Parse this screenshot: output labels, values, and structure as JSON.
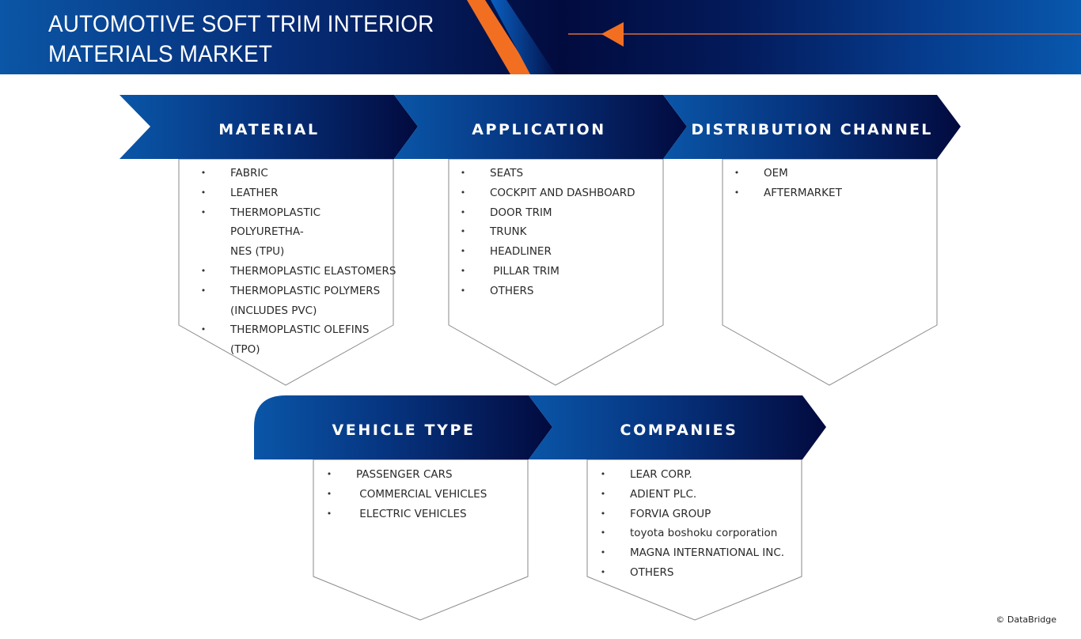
{
  "header": {
    "title_line1": "AUTOMOTIVE SOFT TRIM INTERIOR",
    "title_line2": "MATERIALS MARKET",
    "colors": {
      "navy": "#020b3e",
      "blue": "#0858ad",
      "orange": "#f26f22"
    }
  },
  "segments": [
    {
      "label": "MATERIAL",
      "items": [
        "FABRIC",
        "LEATHER",
        "THERMOPLASTIC POLYURETHA-\nNES (TPU)",
        "THERMOPLASTIC ELASTOMERS",
        "THERMOPLASTIC POLYMERS\n(INCLUDES PVC)",
        "THERMOPLASTIC OLEFINS\n(TPO)"
      ]
    },
    {
      "label": "APPLICATION",
      "items": [
        "SEATS",
        "COCKPIT AND DASHBOARD",
        "DOOR TRIM",
        "TRUNK",
        "HEADLINER",
        " PILLAR TRIM",
        "OTHERS"
      ]
    },
    {
      "label": "DISTRIBUTION CHANNEL",
      "items": [
        "OEM",
        "AFTERMARKET"
      ]
    },
    {
      "label": "VEHICLE TYPE",
      "items": [
        "PASSENGER CARS",
        " COMMERCIAL VEHICLES",
        " ELECTRIC VEHICLES"
      ]
    },
    {
      "label": "COMPANIES",
      "items": [
        "LEAR CORP.",
        "ADIENT PLC.",
        "FORVIA GROUP",
        "toyota boshoku corporation",
        "MAGNA INTERNATIONAL INC.",
        "OTHERS"
      ]
    }
  ],
  "bullet_glyph": "•",
  "footer": {
    "copyright": "© DataBridge"
  }
}
